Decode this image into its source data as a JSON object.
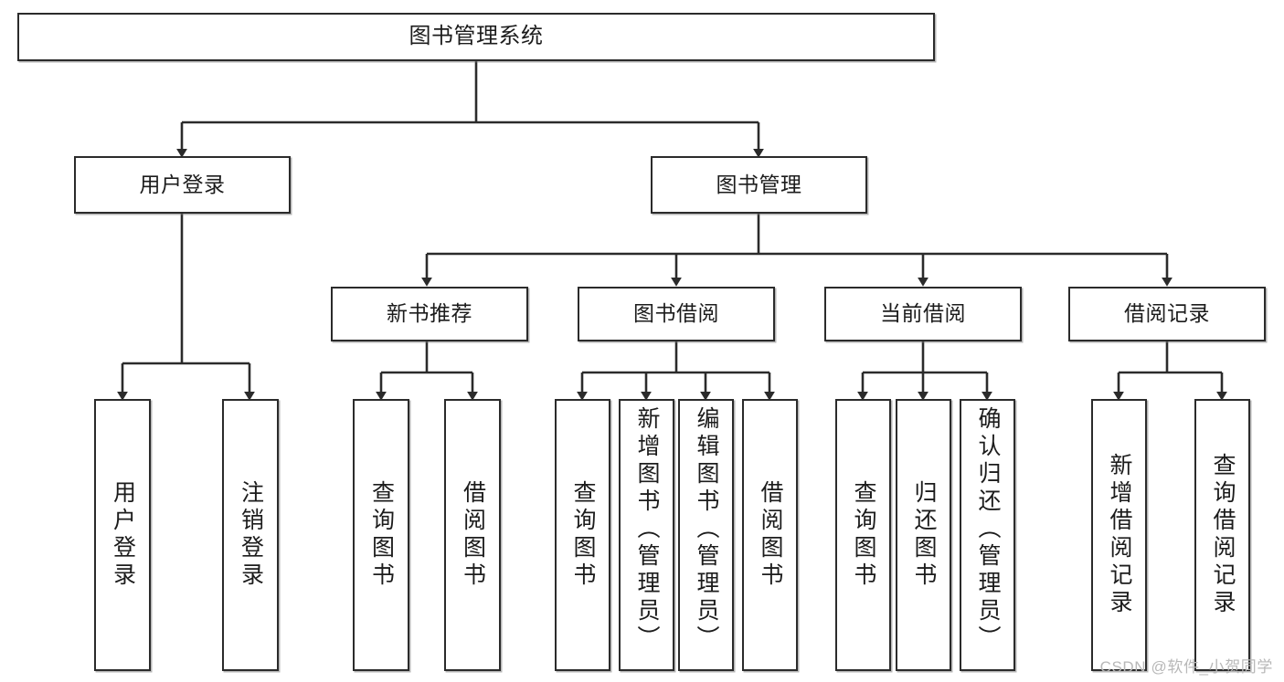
{
  "diagram": {
    "title": "图书管理系统",
    "type": "tree",
    "orientation": "top-down",
    "colors": {
      "box_border": "#2b2b2b",
      "box_fill": "#ffffff",
      "connector": "#2b2b2b",
      "text": "#1c1c1c",
      "watermark": "#b8b8b8",
      "background": "#ffffff"
    },
    "root": {
      "id": "root",
      "label": "图书管理系统"
    },
    "level1": [
      {
        "id": "user-login",
        "label": "用户登录"
      },
      {
        "id": "book-manage",
        "label": "图书管理"
      }
    ],
    "level2": [
      {
        "id": "new-book-recommend",
        "label": "新书推荐",
        "parent": "book-manage"
      },
      {
        "id": "book-borrow",
        "label": "图书借阅",
        "parent": "book-manage"
      },
      {
        "id": "current-borrow",
        "label": "当前借阅",
        "parent": "book-manage"
      },
      {
        "id": "borrow-record",
        "label": "借阅记录",
        "parent": "book-manage"
      }
    ],
    "leaves": {
      "user_login": [
        {
          "id": "leaf-user-login",
          "label": "用户登录"
        },
        {
          "id": "leaf-user-logout",
          "label": "注销登录"
        }
      ],
      "new_book_recommend": [
        {
          "id": "leaf-query-book-1",
          "label": "查询图书"
        },
        {
          "id": "leaf-borrow-book-1",
          "label": "借阅图书"
        }
      ],
      "book_borrow": [
        {
          "id": "leaf-query-book-2",
          "label": "查询图书"
        },
        {
          "id": "leaf-add-book",
          "label": "新增图书（管理员）"
        },
        {
          "id": "leaf-edit-book",
          "label": "编辑图书（管理员）"
        },
        {
          "id": "leaf-borrow-book-2",
          "label": "借阅图书"
        }
      ],
      "current_borrow": [
        {
          "id": "leaf-query-book-3",
          "label": "查询图书"
        },
        {
          "id": "leaf-return-book",
          "label": "归还图书"
        },
        {
          "id": "leaf-confirm-return",
          "label": "确认归还（管理员）"
        }
      ],
      "borrow_record": [
        {
          "id": "leaf-add-record",
          "label": "新增借阅记录"
        },
        {
          "id": "leaf-query-record",
          "label": "查询借阅记录"
        }
      ]
    }
  },
  "watermark": {
    "text": "CSDN @软件_小贺同学"
  }
}
